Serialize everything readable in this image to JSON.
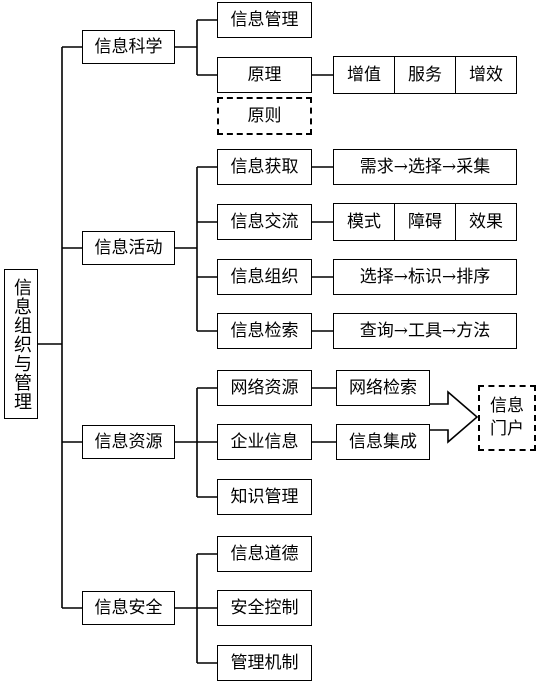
{
  "root": "信息组织与管理",
  "branches": {
    "science": "信息科学",
    "activity": "信息活动",
    "resource": "信息资源",
    "security": "信息安全"
  },
  "science": {
    "management": "信息管理",
    "principle": "原理",
    "principle_items": [
      "增值",
      "服务",
      "增效"
    ],
    "rule": "原则"
  },
  "activity": {
    "acquire": "信息获取",
    "acquire_flow": "需求→选择→采集",
    "exchange": "信息交流",
    "exchange_items": [
      "模式",
      "障碍",
      "效果"
    ],
    "organize": "信息组织",
    "organize_flow": "选择→标识→排序",
    "retrieve": "信息检索",
    "retrieve_flow": "查询→工具→方法"
  },
  "resource": {
    "network": "网络资源",
    "network_search": "网络检索",
    "enterprise": "企业信息",
    "integration": "信息集成",
    "portal": "信息门户",
    "knowledge": "知识管理"
  },
  "security": {
    "ethics": "信息道德",
    "control": "安全控制",
    "mechanism": "管理机制"
  }
}
